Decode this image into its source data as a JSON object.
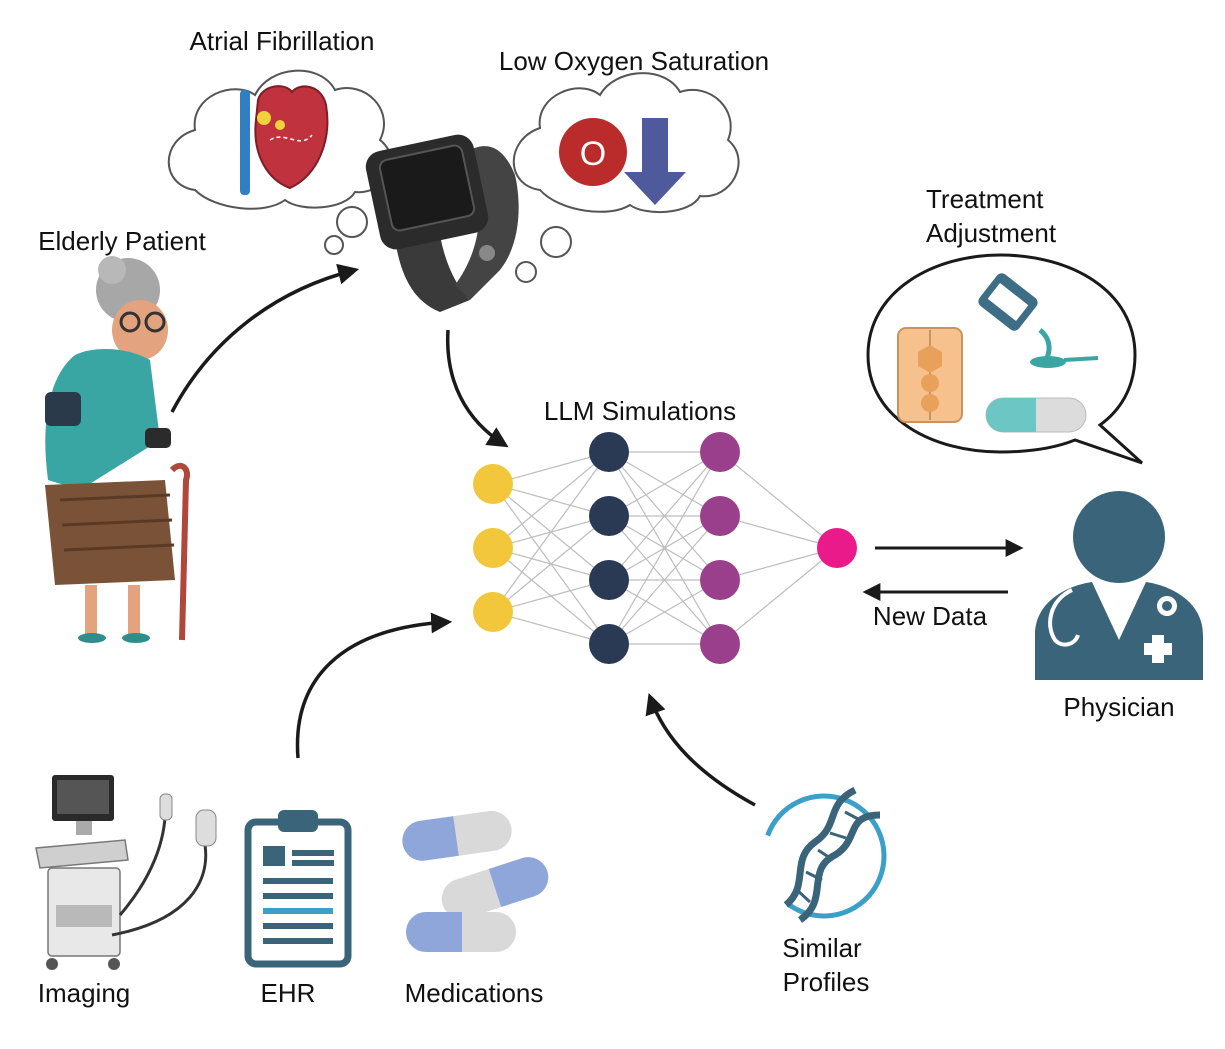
{
  "labels": {
    "atrial_fibrillation": "Atrial Fibrillation",
    "low_oxygen": "Low Oxygen Saturation",
    "elderly_patient": "Elderly Patient",
    "treatment_adjustment_line1": "Treatment",
    "treatment_adjustment_line2": "Adjustment",
    "llm_simulations": "LLM Simulations",
    "new_data": "New Data",
    "physician": "Physician",
    "imaging": "Imaging",
    "ehr": "EHR",
    "medications": "Medications",
    "similar_profiles_line1": "Similar",
    "similar_profiles_line2": "Profiles",
    "oxygen_symbol": "O"
  },
  "network": {
    "layers": [
      3,
      4,
      4,
      1
    ],
    "colors": [
      "#f3c73c",
      "#2a3a55",
      "#9a3f8b",
      "#ea1a8a"
    ]
  },
  "colors": {
    "arrow": "#1a1a1a",
    "physician": "#3a6479",
    "pill_blue": "#8ea6d9",
    "pill_grey": "#d9d9d9",
    "dna": "#3a6479"
  },
  "icons": [
    "heart-icon",
    "smartwatch-icon",
    "oxygen-drop-icon",
    "down-arrow-icon",
    "elderly-woman-icon",
    "physician-icon",
    "medicine-bottle-icon",
    "capsule-icon",
    "tablet-pack-icon",
    "ultrasound-machine-icon",
    "clipboard-icon",
    "pills-icon",
    "dna-icon"
  ]
}
